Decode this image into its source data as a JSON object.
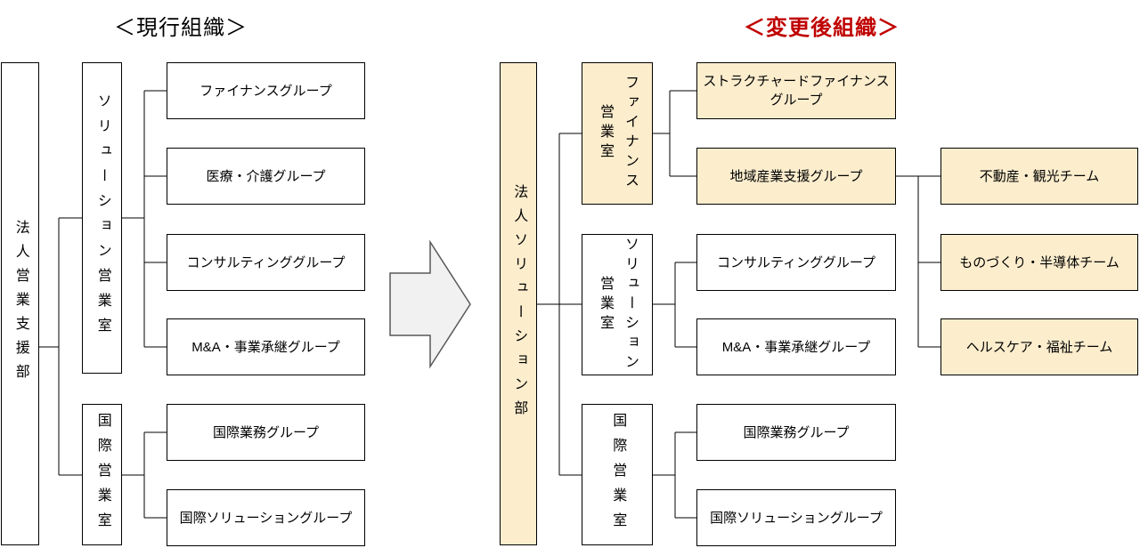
{
  "diagram": {
    "titles": {
      "current": "＜現行組織＞",
      "after": "＜変更後組織＞"
    },
    "colors": {
      "highlight_fill": "#FCEDCD",
      "after_title_red": "#C00000",
      "box_border": "#000000",
      "connector_line": "#000000",
      "arrow_fill": "#F1F1F1",
      "arrow_border": "#595959"
    },
    "current_org": {
      "department": "法人営業支援部",
      "offices": [
        {
          "name": "ソリューション営業室",
          "groups": [
            "ファイナンスグループ",
            "医療・介護グループ",
            "コンサルティンググループ",
            "M&A・事業承継グループ"
          ]
        },
        {
          "name": "国際営業室",
          "groups": [
            "国際業務グループ",
            "国際ソリューショングループ"
          ]
        }
      ]
    },
    "after_org": {
      "department": "法人ソリューション部",
      "offices": [
        {
          "name": "ファイナンス\n営業室",
          "groups": [
            "ストラクチャードファイナンス\nグループ",
            "地域産業支援グループ"
          ]
        },
        {
          "name": "ソリューション\n営業室",
          "groups": [
            "コンサルティンググループ",
            "M&A・事業承継グループ"
          ]
        },
        {
          "name": "国際営業室",
          "groups": [
            "国際業務グループ",
            "国際ソリューショングループ"
          ]
        }
      ],
      "teams": [
        "不動産・観光チーム",
        "ものづくり・半導体チーム",
        "ヘルスケア・福祉チーム"
      ]
    }
  }
}
